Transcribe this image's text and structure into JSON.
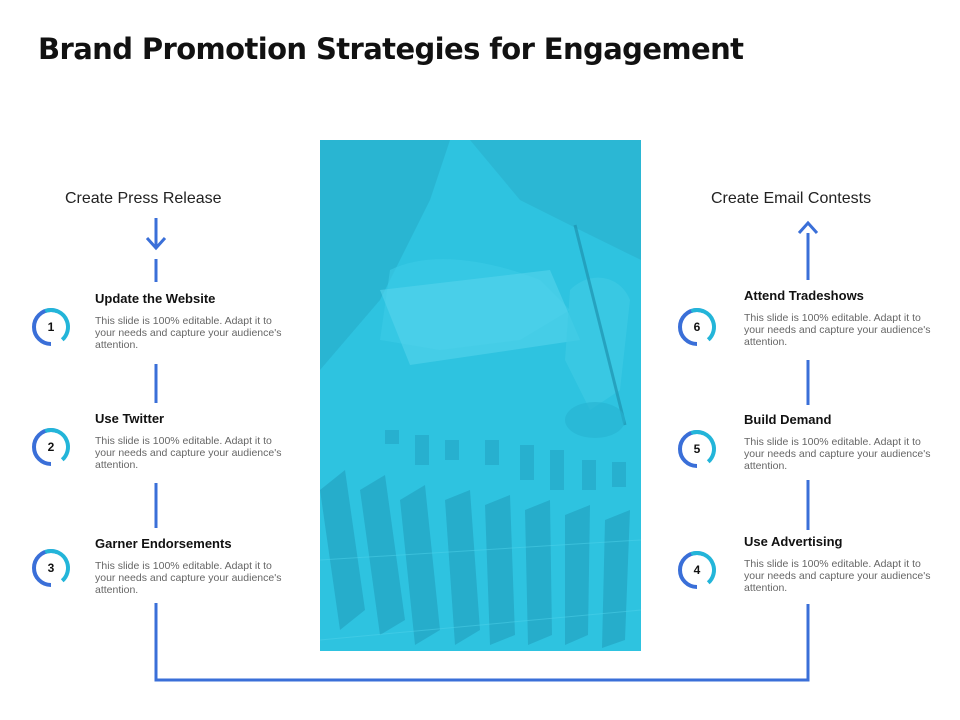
{
  "title": "Brand Promotion Strategies for Engagement",
  "left_label": "Create Press Release",
  "right_label": "Create Email Contests",
  "colors": {
    "accent_blue": "#3a6fd8",
    "accent_cyan": "#23b5d9",
    "photo_tint": "#2ec3e0"
  },
  "left_items": [
    {
      "number": "1",
      "heading": "Update the Website",
      "desc": "This slide is 100% editable. Adapt it to your needs and capture your audience's attention."
    },
    {
      "number": "2",
      "heading": "Use Twitter",
      "desc": "This slide is 100% editable. Adapt it to your needs and capture your audience's attention."
    },
    {
      "number": "3",
      "heading": "Garner Endorsements",
      "desc": "This slide is 100% editable. Adapt it to your needs and capture your audience's attention."
    }
  ],
  "right_items": [
    {
      "number": "6",
      "heading": "Attend Tradeshows",
      "desc": "This slide is 100% editable. Adapt it to your needs and capture your audience's attention."
    },
    {
      "number": "5",
      "heading": "Build Demand",
      "desc": "This slide is 100% editable. Adapt it to your needs and capture your audience's attention."
    },
    {
      "number": "4",
      "heading": "Use Advertising",
      "desc": "This slide is 100% editable. Adapt it to your needs and capture your audience's attention."
    }
  ]
}
